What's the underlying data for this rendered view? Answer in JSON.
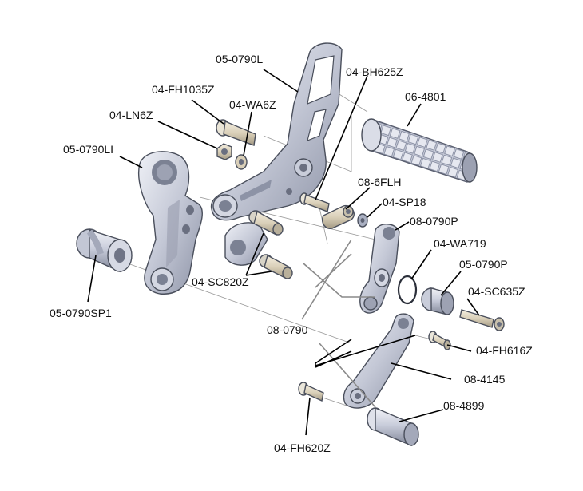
{
  "diagram": {
    "labels": {
      "p_05_0790L": "05-0790L",
      "p_04_BH625Z": "04-BH625Z",
      "p_04_FH1035Z": "04-FH1035Z",
      "p_04_WA6Z": "04-WA6Z",
      "p_04_LN6Z": "04-LN6Z",
      "p_06_4801": "06-4801",
      "p_05_0790LI": "05-0790LI",
      "p_08_6FLH": "08-6FLH",
      "p_04_SP18": "04-SP18",
      "p_08_0790P": "08-0790P",
      "p_04_WA719": "04-WA719",
      "p_05_0790P": "05-0790P",
      "p_04_SC635Z": "04-SC635Z",
      "p_04_SC820Z": "04-SC820Z",
      "p_05_0790SP1": "05-0790SP1",
      "p_08_0790": "08-0790",
      "p_04_FH616Z": "04-FH616Z",
      "p_08_4145": "08-4145",
      "p_08_4899": "08-4899",
      "p_04_FH620Z": "04-FH620Z"
    },
    "colors": {
      "metal_light": "#d8dbe6",
      "metal_mid": "#b7bccc",
      "metal_dark": "#8d93a6",
      "leader": "#000000",
      "gray_line": "#8a8a8a"
    }
  }
}
